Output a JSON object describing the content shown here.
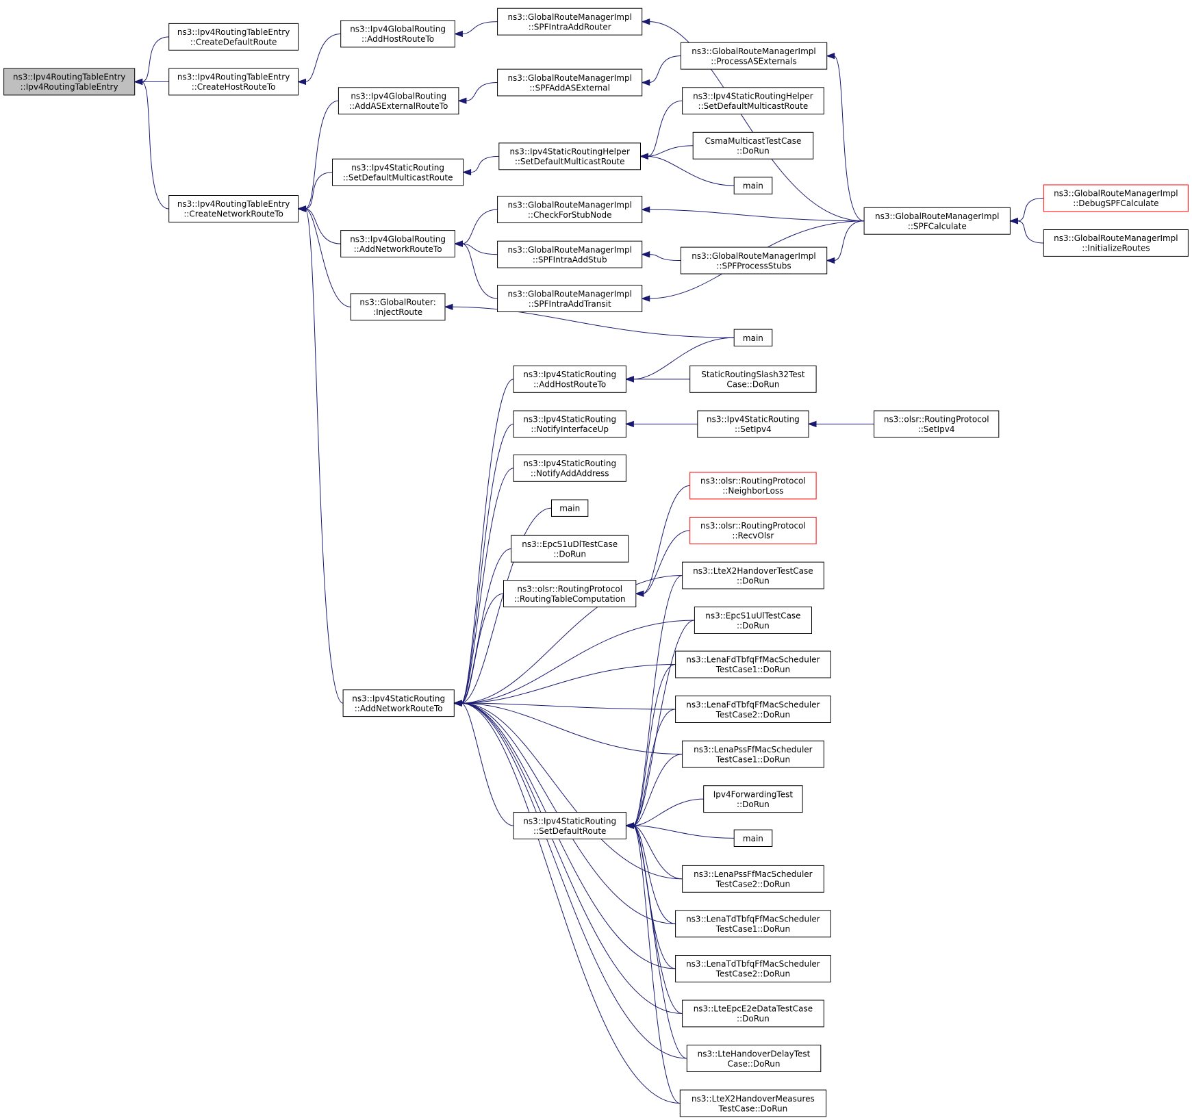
{
  "colors": {
    "edge": "#191970",
    "root_fill": "#bfbfbf",
    "truncated_border": "#ff0000"
  },
  "nodes": [
    {
      "id": "root",
      "lines": [
        "ns3::Ipv4RoutingTableEntry",
        "::Ipv4RoutingTableEntry"
      ]
    },
    {
      "id": "createDefaultRoute",
      "lines": [
        "ns3::Ipv4RoutingTableEntry",
        "::CreateDefaultRoute"
      ]
    },
    {
      "id": "createHostRouteTo",
      "lines": [
        "ns3::Ipv4RoutingTableEntry",
        "::CreateHostRouteTo"
      ]
    },
    {
      "id": "createNetworkRouteTo",
      "lines": [
        "ns3::Ipv4RoutingTableEntry",
        "::CreateNetworkRouteTo"
      ]
    },
    {
      "id": "gAddHostRouteTo",
      "lines": [
        "ns3::Ipv4GlobalRouting",
        "::AddHostRouteTo"
      ]
    },
    {
      "id": "gAddASExternalRouteTo",
      "lines": [
        "ns3::Ipv4GlobalRouting",
        "::AddASExternalRouteTo"
      ]
    },
    {
      "id": "sSetDefaultMulticastRoute",
      "lines": [
        "ns3::Ipv4StaticRouting",
        "::SetDefaultMulticastRoute"
      ]
    },
    {
      "id": "gAddNetworkRouteTo",
      "lines": [
        "ns3::Ipv4GlobalRouting",
        "::AddNetworkRouteTo"
      ]
    },
    {
      "id": "grInjectRoute",
      "lines": [
        "ns3::GlobalRouter:",
        ":InjectRoute"
      ]
    },
    {
      "id": "sAddNetworkRouteTo",
      "lines": [
        "ns3::Ipv4StaticRouting",
        "::AddNetworkRouteTo"
      ]
    },
    {
      "id": "spfIntraAddRouter",
      "lines": [
        "ns3::GlobalRouteManagerImpl",
        "::SPFIntraAddRouter"
      ]
    },
    {
      "id": "spfAddASExternal",
      "lines": [
        "ns3::GlobalRouteManagerImpl",
        "::SPFAddASExternal"
      ]
    },
    {
      "id": "helperSetDefaultMulticastRoute",
      "lines": [
        "ns3::Ipv4StaticRoutingHelper",
        "::SetDefaultMulticastRoute"
      ]
    },
    {
      "id": "checkForStubNode",
      "lines": [
        "ns3::GlobalRouteManagerImpl",
        "::CheckForStubNode"
      ]
    },
    {
      "id": "spfIntraAddStub",
      "lines": [
        "ns3::GlobalRouteManagerImpl",
        "::SPFIntraAddStub"
      ]
    },
    {
      "id": "spfIntraAddTransit",
      "lines": [
        "ns3::GlobalRouteManagerImpl",
        "::SPFIntraAddTransit"
      ]
    },
    {
      "id": "sAddHostRouteTo",
      "lines": [
        "ns3::Ipv4StaticRouting",
        "::AddHostRouteTo"
      ]
    },
    {
      "id": "sNotifyInterfaceUp",
      "lines": [
        "ns3::Ipv4StaticRouting",
        "::NotifyInterfaceUp"
      ]
    },
    {
      "id": "sNotifyAddAddress",
      "lines": [
        "ns3::Ipv4StaticRouting",
        "::NotifyAddAddress"
      ]
    },
    {
      "id": "main1",
      "lines": [
        "main"
      ]
    },
    {
      "id": "epcS1uDl",
      "lines": [
        "ns3::EpcS1uDlTestCase",
        "::DoRun"
      ]
    },
    {
      "id": "olsrRTC",
      "lines": [
        "ns3::olsr::RoutingProtocol",
        "::RoutingTableComputation"
      ]
    },
    {
      "id": "sSetDefaultRoute",
      "lines": [
        "ns3::Ipv4StaticRouting",
        "::SetDefaultRoute"
      ]
    },
    {
      "id": "processASExternals",
      "lines": [
        "ns3::GlobalRouteManagerImpl",
        "::ProcessASExternals"
      ]
    },
    {
      "id": "helperSetDefaultMulticastRoute2",
      "lines": [
        "ns3::Ipv4StaticRoutingHelper",
        "::SetDefaultMulticastRoute"
      ]
    },
    {
      "id": "csmaMulticast",
      "lines": [
        "CsmaMulticastTestCase",
        "::DoRun"
      ]
    },
    {
      "id": "main2",
      "lines": [
        "main"
      ]
    },
    {
      "id": "spfProcessStubs",
      "lines": [
        "ns3::GlobalRouteManagerImpl",
        "::SPFProcessStubs"
      ]
    },
    {
      "id": "main3",
      "lines": [
        "main"
      ]
    },
    {
      "id": "slash32",
      "lines": [
        "StaticRoutingSlash32Test",
        "Case::DoRun"
      ]
    },
    {
      "id": "sSetIpv4",
      "lines": [
        "ns3::Ipv4StaticRouting",
        "::SetIpv4"
      ]
    },
    {
      "id": "olsrNeighborLoss",
      "lines": [
        "ns3::olsr::RoutingProtocol",
        "::NeighborLoss"
      ],
      "trunc": true
    },
    {
      "id": "olsrRecvOlsr",
      "lines": [
        "ns3::olsr::RoutingProtocol",
        "::RecvOlsr"
      ],
      "trunc": true
    },
    {
      "id": "lteX2Handover",
      "lines": [
        "ns3::LteX2HandoverTestCase",
        "::DoRun"
      ]
    },
    {
      "id": "epcS1uUl",
      "lines": [
        "ns3::EpcS1uUlTestCase",
        "::DoRun"
      ]
    },
    {
      "id": "lenaFd1",
      "lines": [
        "ns3::LenaFdTbfqFfMacScheduler",
        "TestCase1::DoRun"
      ]
    },
    {
      "id": "lenaFd2",
      "lines": [
        "ns3::LenaFdTbfqFfMacScheduler",
        "TestCase2::DoRun"
      ]
    },
    {
      "id": "lenaPss1",
      "lines": [
        "ns3::LenaPssFfMacScheduler",
        "TestCase1::DoRun"
      ]
    },
    {
      "id": "ipv4Forwarding",
      "lines": [
        "Ipv4ForwardingTest",
        "::DoRun"
      ]
    },
    {
      "id": "main4",
      "lines": [
        "main"
      ]
    },
    {
      "id": "lenaPss2",
      "lines": [
        "ns3::LenaPssFfMacScheduler",
        "TestCase2::DoRun"
      ]
    },
    {
      "id": "lenaTd1",
      "lines": [
        "ns3::LenaTdTbfqFfMacScheduler",
        "TestCase1::DoRun"
      ]
    },
    {
      "id": "lenaTd2",
      "lines": [
        "ns3::LenaTdTbfqFfMacScheduler",
        "TestCase2::DoRun"
      ]
    },
    {
      "id": "lteEpcE2e",
      "lines": [
        "ns3::LteEpcE2eDataTestCase",
        "::DoRun"
      ]
    },
    {
      "id": "lteHandoverDelay",
      "lines": [
        "ns3::LteHandoverDelayTest",
        "Case::DoRun"
      ]
    },
    {
      "id": "lteX2Measures",
      "lines": [
        "ns3::LteX2HandoverMeasures",
        "TestCase::DoRun"
      ]
    },
    {
      "id": "spfCalculate",
      "lines": [
        "ns3::GlobalRouteManagerImpl",
        "::SPFCalculate"
      ]
    },
    {
      "id": "debugSPF",
      "lines": [
        "ns3::GlobalRouteManagerImpl",
        "::DebugSPFCalculate"
      ],
      "trunc": true
    },
    {
      "id": "initializeRoutes",
      "lines": [
        "ns3::GlobalRouteManagerImpl",
        "::InitializeRoutes"
      ]
    },
    {
      "id": "olsrSetIpv4",
      "lines": [
        "ns3::olsr::RoutingProtocol",
        "::SetIpv4"
      ]
    }
  ],
  "edges": [
    [
      "createDefaultRoute",
      "root"
    ],
    [
      "createHostRouteTo",
      "root"
    ],
    [
      "createNetworkRouteTo",
      "root"
    ],
    [
      "gAddHostRouteTo",
      "createHostRouteTo"
    ],
    [
      "gAddASExternalRouteTo",
      "createNetworkRouteTo"
    ],
    [
      "sSetDefaultMulticastRoute",
      "createNetworkRouteTo"
    ],
    [
      "gAddNetworkRouteTo",
      "createNetworkRouteTo"
    ],
    [
      "grInjectRoute",
      "createNetworkRouteTo"
    ],
    [
      "sAddNetworkRouteTo",
      "createNetworkRouteTo"
    ],
    [
      "spfIntraAddRouter",
      "gAddHostRouteTo"
    ],
    [
      "spfAddASExternal",
      "gAddASExternalRouteTo"
    ],
    [
      "helperSetDefaultMulticastRoute",
      "sSetDefaultMulticastRoute"
    ],
    [
      "checkForStubNode",
      "gAddNetworkRouteTo"
    ],
    [
      "spfIntraAddStub",
      "gAddNetworkRouteTo"
    ],
    [
      "spfIntraAddTransit",
      "gAddNetworkRouteTo"
    ],
    [
      "main3",
      "grInjectRoute"
    ],
    [
      "sAddHostRouteTo",
      "sAddNetworkRouteTo"
    ],
    [
      "sNotifyInterfaceUp",
      "sAddNetworkRouteTo"
    ],
    [
      "sNotifyAddAddress",
      "sAddNetworkRouteTo"
    ],
    [
      "main1",
      "sAddNetworkRouteTo"
    ],
    [
      "epcS1uDl",
      "sAddNetworkRouteTo"
    ],
    [
      "olsrRTC",
      "sAddNetworkRouteTo"
    ],
    [
      "sSetDefaultRoute",
      "sAddNetworkRouteTo"
    ],
    [
      "lteX2Handover",
      "sAddNetworkRouteTo"
    ],
    [
      "epcS1uUl",
      "sAddNetworkRouteTo"
    ],
    [
      "lenaFd1",
      "sAddNetworkRouteTo"
    ],
    [
      "lenaFd2",
      "sAddNetworkRouteTo"
    ],
    [
      "lenaPss1",
      "sAddNetworkRouteTo"
    ],
    [
      "lenaPss2",
      "sAddNetworkRouteTo"
    ],
    [
      "lenaTd1",
      "sAddNetworkRouteTo"
    ],
    [
      "lenaTd2",
      "sAddNetworkRouteTo"
    ],
    [
      "lteEpcE2e",
      "sAddNetworkRouteTo"
    ],
    [
      "lteHandoverDelay",
      "sAddNetworkRouteTo"
    ],
    [
      "lteX2Measures",
      "sAddNetworkRouteTo"
    ],
    [
      "processASExternals",
      "spfAddASExternal"
    ],
    [
      "helperSetDefaultMulticastRoute2",
      "helperSetDefaultMulticastRoute"
    ],
    [
      "csmaMulticast",
      "helperSetDefaultMulticastRoute"
    ],
    [
      "main2",
      "helperSetDefaultMulticastRoute"
    ],
    [
      "spfCalculate",
      "checkForStubNode"
    ],
    [
      "spfProcessStubs",
      "spfIntraAddStub"
    ],
    [
      "spfCalculate",
      "spfIntraAddTransit"
    ],
    [
      "spfCalculate",
      "spfIntraAddRouter"
    ],
    [
      "spfCalculate",
      "processASExternals"
    ],
    [
      "spfCalculate",
      "spfProcessStubs"
    ],
    [
      "main3",
      "sAddHostRouteTo"
    ],
    [
      "slash32",
      "sAddHostRouteTo"
    ],
    [
      "sSetIpv4",
      "sNotifyInterfaceUp"
    ],
    [
      "olsrSetIpv4",
      "sSetIpv4"
    ],
    [
      "olsrNeighborLoss",
      "olsrRTC"
    ],
    [
      "olsrRecvOlsr",
      "olsrRTC"
    ],
    [
      "lteX2Handover",
      "sSetDefaultRoute"
    ],
    [
      "epcS1uUl",
      "sSetDefaultRoute"
    ],
    [
      "lenaFd1",
      "sSetDefaultRoute"
    ],
    [
      "lenaFd2",
      "sSetDefaultRoute"
    ],
    [
      "lenaPss1",
      "sSetDefaultRoute"
    ],
    [
      "ipv4Forwarding",
      "sSetDefaultRoute"
    ],
    [
      "main4",
      "sSetDefaultRoute"
    ],
    [
      "lenaPss2",
      "sSetDefaultRoute"
    ],
    [
      "lenaTd1",
      "sSetDefaultRoute"
    ],
    [
      "lenaTd2",
      "sSetDefaultRoute"
    ],
    [
      "lteEpcE2e",
      "sSetDefaultRoute"
    ],
    [
      "lteHandoverDelay",
      "sSetDefaultRoute"
    ],
    [
      "lteX2Measures",
      "sSetDefaultRoute"
    ],
    [
      "debugSPF",
      "spfCalculate"
    ],
    [
      "initializeRoutes",
      "spfCalculate"
    ]
  ]
}
